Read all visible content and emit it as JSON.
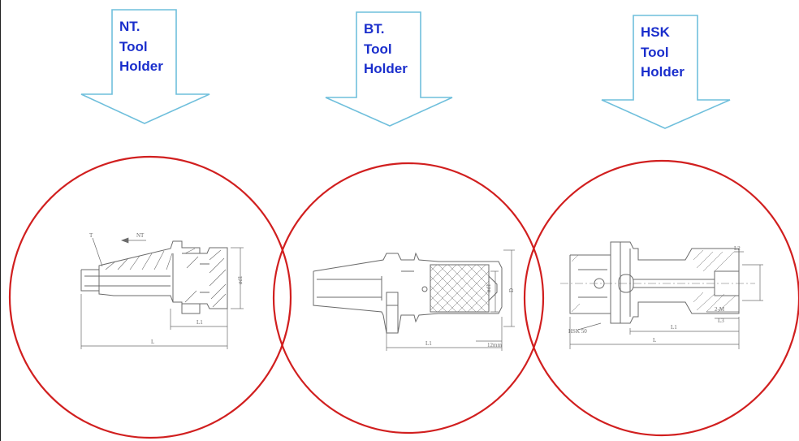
{
  "holders": [
    {
      "id": "nt",
      "label_lines": [
        "NT.",
        "Tool",
        "Holder"
      ],
      "dimension_labels": {
        "taper": "T",
        "angle": "NT",
        "diameter": "ød1",
        "length_l1": "L1",
        "length_l": "L"
      }
    },
    {
      "id": "bt",
      "label_lines": [
        "BT.",
        "Tool",
        "Holder"
      ],
      "dimension_labels": {
        "d1": "ød1",
        "d": "D",
        "l1": "L1",
        "stroke": "12mm"
      }
    },
    {
      "id": "hsk",
      "label_lines": [
        "HSK",
        "Tool",
        "Holder"
      ],
      "dimension_labels": {
        "hsk": "HSK 50",
        "l1": "L1",
        "l": "L",
        "l3": "L3",
        "m": "2-M",
        "l2": "L2"
      }
    }
  ],
  "colors": {
    "arrow_stroke": "#6fbfdc",
    "label_text": "#1a2ecc",
    "circle_stroke": "#d11f1f",
    "drawing_line": "#6b6b6b"
  }
}
